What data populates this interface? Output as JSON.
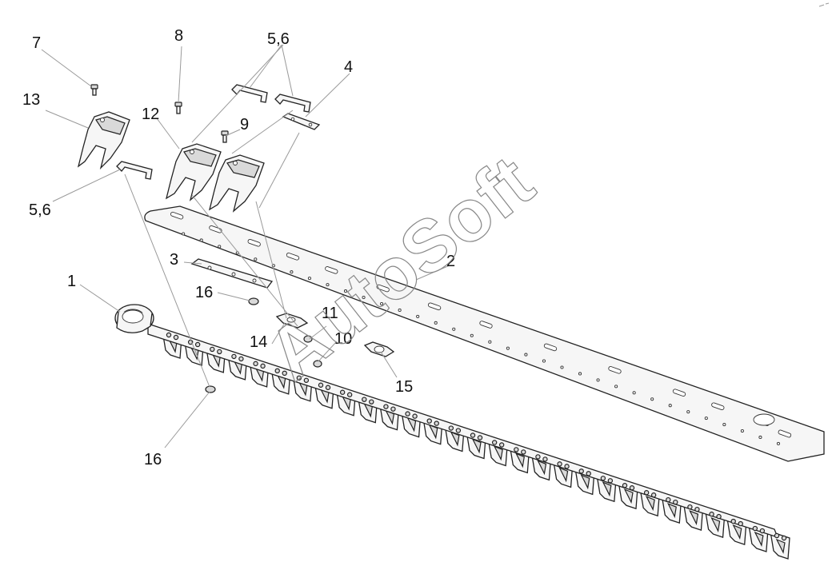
{
  "diagram": {
    "watermark": "AutoSoft",
    "callouts": {
      "c1": "1",
      "c2": "2",
      "c3": "3",
      "c4": "4",
      "c56a": "5,6",
      "c56b": "5,6",
      "c7": "7",
      "c8": "8",
      "c9": "9",
      "c10": "10",
      "c11": "11",
      "c12": "12",
      "c13": "13",
      "c14": "14",
      "c15": "15",
      "c16a": "16",
      "c16b": "16"
    }
  }
}
